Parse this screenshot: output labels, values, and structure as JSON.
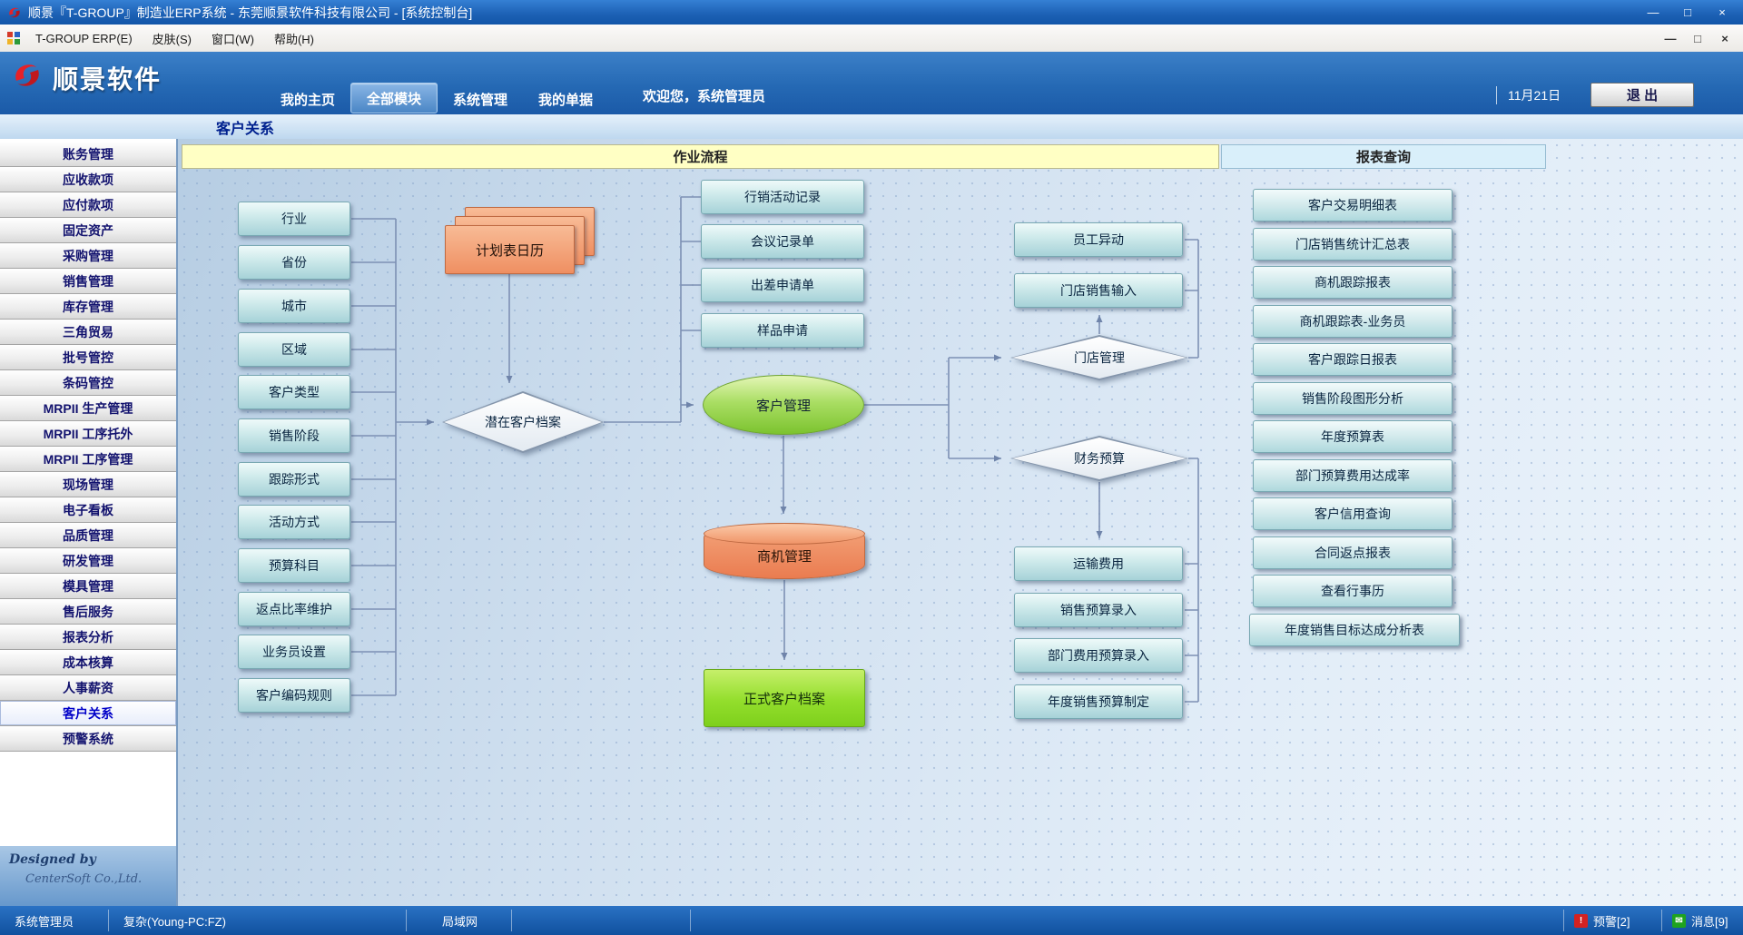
{
  "colors": {
    "titlebar_blue": "#1c60b4",
    "header_blue": "#2569b4",
    "accent_red": "#e2242a",
    "flow_header_yellow": "#ffffc4",
    "report_header_blue": "#d9effa",
    "node_cyan": "#cde9ea",
    "node_orange": "#ef8f62",
    "customer_green": "#7cc32f",
    "formal_green": "#7ed01c",
    "status_blue": "#10509e"
  },
  "icons": {
    "minimize": "—",
    "restore": "□",
    "close": "×",
    "alert": "!",
    "message": "✉"
  },
  "title_bar": {
    "title": "顺景『T-GROUP』制造业ERP系统 - 东莞顺景软件科技有限公司 - [系统控制台]"
  },
  "menu_bar": {
    "items": [
      "T-GROUP ERP(E)",
      "皮肤(S)",
      "窗口(W)",
      "帮助(H)"
    ]
  },
  "header": {
    "logo_text": "顺景软件",
    "tabs": [
      "我的主页",
      "全部模块",
      "系统管理",
      "我的单据"
    ],
    "active_tab": "全部模块",
    "welcome": "欢迎您，系统管理员",
    "date": "11月21日",
    "exit_label": "退 出"
  },
  "breadcrumb": {
    "title": "客户关系"
  },
  "sidebar": {
    "items": [
      "账务管理",
      "应收款项",
      "应付款项",
      "固定资产",
      "采购管理",
      "销售管理",
      "库存管理",
      "三角贸易",
      "批号管控",
      "条码管控",
      "MRPII 生产管理",
      "MRPII 工序托外",
      "MRPII 工序管理",
      "现场管理",
      "电子看板",
      "品质管理",
      "研发管理",
      "模具管理",
      "售后服务",
      "报表分析",
      "成本核算",
      "人事薪资",
      "客户关系",
      "预警系统"
    ],
    "active_item": "客户关系",
    "designed_by": "Designed by",
    "company": "CenterSoft Co.,Ltd."
  },
  "flow": {
    "section_headers": {
      "process": "作业流程",
      "reports": "报表查询"
    },
    "setup_buttons": [
      "行业",
      "省份",
      "城市",
      "区域",
      "客户类型",
      "销售阶段",
      "跟踪形式",
      "活动方式",
      "预算科目",
      "返点比率维护",
      "业务员设置",
      "客户编码规则"
    ],
    "calendar_card": "计划表日历",
    "potential_customer_diamond": "潜在客户档案",
    "activity_buttons": [
      "行销活动记录",
      "会议记录单",
      "出差申请单",
      "样品申请"
    ],
    "customer_ellipse": "客户管理",
    "opportunity_cylinder": "商机管理",
    "formal_customer_box": "正式客户档案",
    "employee_button": "员工异动",
    "store_input_button": "门店销售输入",
    "store_diamond": "门店管理",
    "finance_diamond": "财务预算",
    "budget_buttons": [
      "运输费用",
      "销售预算录入",
      "部门费用预算录入",
      "年度销售预算制定"
    ],
    "report_buttons": [
      "客户交易明细表",
      "门店销售统计汇总表",
      "商机跟踪报表",
      "商机跟踪表-业务员",
      "客户跟踪日报表",
      "销售阶段图形分析",
      "年度预算表",
      "部门预算费用达成率",
      "客户信用查询",
      "合同返点报表",
      "查看行事历",
      "年度销售目标达成分析表"
    ]
  },
  "status_bar": {
    "user": "系统管理员",
    "workstation": "复杂(Young-PC:FZ)",
    "network": "局域网",
    "alerts": "预警[2]",
    "messages": "消息[9]"
  }
}
